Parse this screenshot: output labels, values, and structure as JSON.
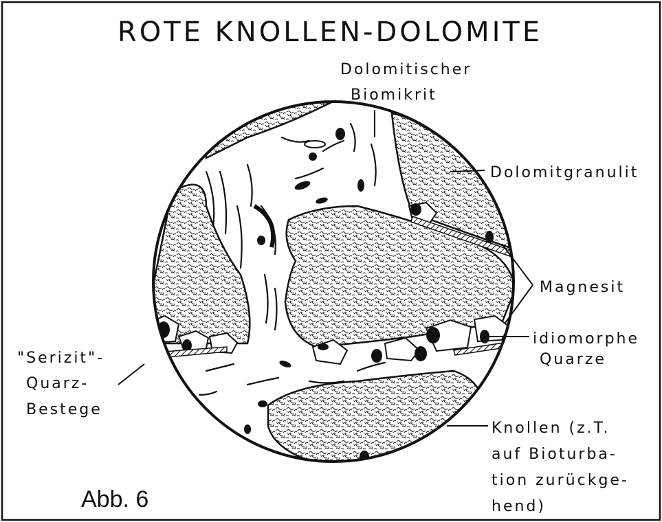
{
  "title": "ROTE KNOLLEN-DOLOMITE",
  "figure_label": "Abb. 6",
  "labels": {
    "biomikrit_1": "Dolomitischer",
    "biomikrit_2": "Biomikrit",
    "dolomitgranulit": "Dolomitgranulit",
    "magnesit": "Magnesit",
    "quarze_1": "idiomorphe",
    "quarze_2": "Quarze",
    "serizit_1": "\"Serizit\"-",
    "serizit_2": "Quarz-",
    "serizit_3": "Bestege",
    "knollen_1": "Knollen (z.T.",
    "knollen_2": "auf Bioturba-",
    "knollen_3": "tion zurückge-",
    "knollen_4": "hend)"
  }
}
